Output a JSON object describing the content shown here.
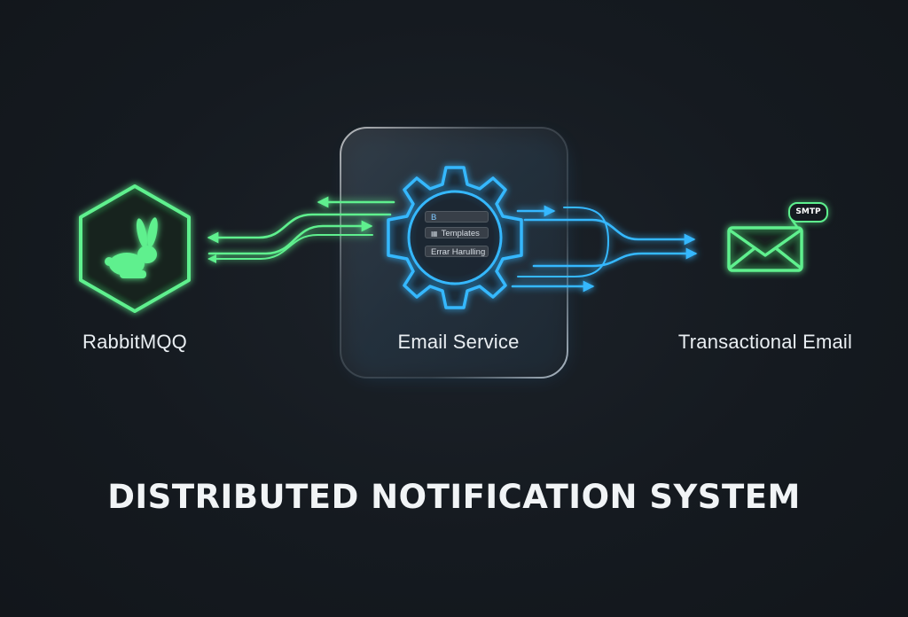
{
  "title": "DISTRIBUTED NOTIFICATION SYSTEM",
  "nodes": {
    "queue": {
      "label": "RabbitMQQ",
      "icon": "rabbit-icon",
      "color": "#5ef08e"
    },
    "service": {
      "label": "Email Service",
      "icon": "gear-icon",
      "color": "#35b8ff",
      "chips": [
        {
          "text": "B",
          "icon": ""
        },
        {
          "text": "Templates",
          "icon": "image-icon"
        },
        {
          "text": "Errar Harulling",
          "icon": ""
        }
      ]
    },
    "email": {
      "label": "Transactional Email",
      "icon": "envelope-icon",
      "badge": "SMTP",
      "color": "#5ef08e"
    }
  },
  "colors": {
    "background": "#151a20",
    "green_accent": "#5ef08e",
    "blue_accent": "#35b8ff",
    "text": "#e9eef2"
  }
}
